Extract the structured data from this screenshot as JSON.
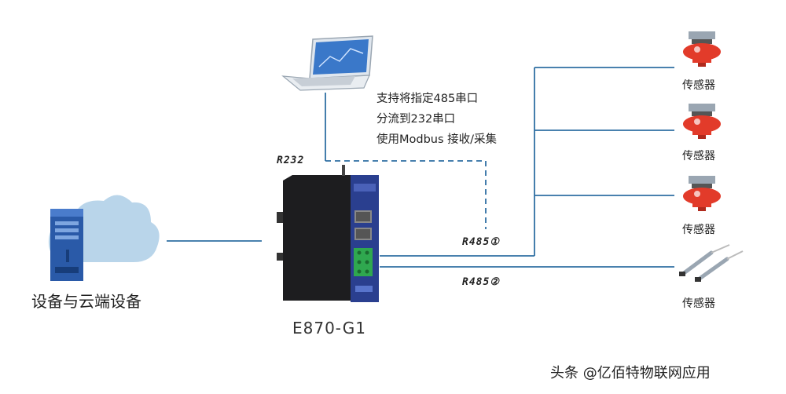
{
  "device": {
    "model": "E870-G1"
  },
  "cloud": {
    "label": "设备与云端设备"
  },
  "ports": {
    "r232": "R232",
    "r485_1": "R485①",
    "r485_2": "R485②"
  },
  "note": {
    "lines": [
      "支持将指定485串口",
      "分流到232串口",
      "使用Modbus 接收/采集"
    ]
  },
  "sensors": [
    {
      "label": "传感器",
      "type": "level-meter"
    },
    {
      "label": "传感器",
      "type": "level-meter"
    },
    {
      "label": "传感器",
      "type": "level-meter"
    },
    {
      "label": "传感器",
      "type": "probe-pair"
    }
  ],
  "watermark": "头条 @亿佰特物联网应用",
  "colors": {
    "line": "#2f6fa3",
    "device": "#1d1d1f",
    "device_edge": "#2a3f8f",
    "terminal": "#2fa84f",
    "sensor_red": "#e23b2a",
    "cloud": "#b9d5ea",
    "server": "#2a5aa8"
  }
}
